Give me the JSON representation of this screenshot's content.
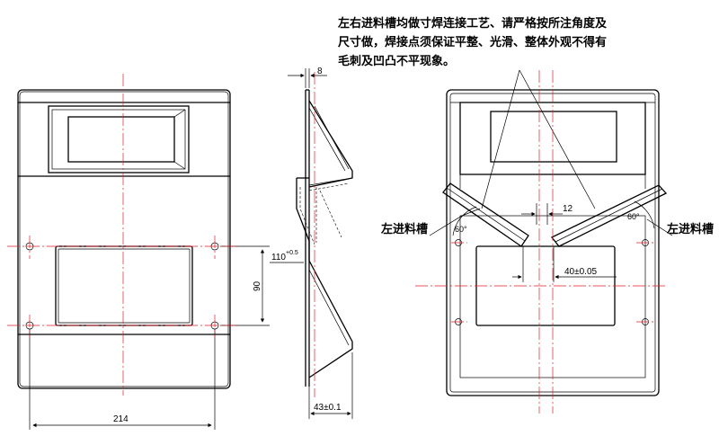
{
  "note": {
    "lines": [
      "左右进料槽均做寸焊连接工艺、请严格按所注角度及",
      "尺寸做，焊接点须保证平整、光滑、整体外观不得有",
      "毛刺及凹凸不平现象。"
    ]
  },
  "callouts": {
    "left_slot": "左进料槽",
    "right_slot": "左进料槽"
  },
  "dimensions": {
    "front_width": "214",
    "front_height": "90",
    "side_thickness": "8",
    "side_bottom": "43±0.1",
    "side_offset_base": "110",
    "side_offset_tol": "+0.5",
    "slot_gap": "12",
    "slot_span": "40±0.05",
    "angle_left": "60°",
    "angle_right": "60°"
  },
  "colors": {
    "centerline": "#e0202a",
    "outline": "#000000"
  }
}
